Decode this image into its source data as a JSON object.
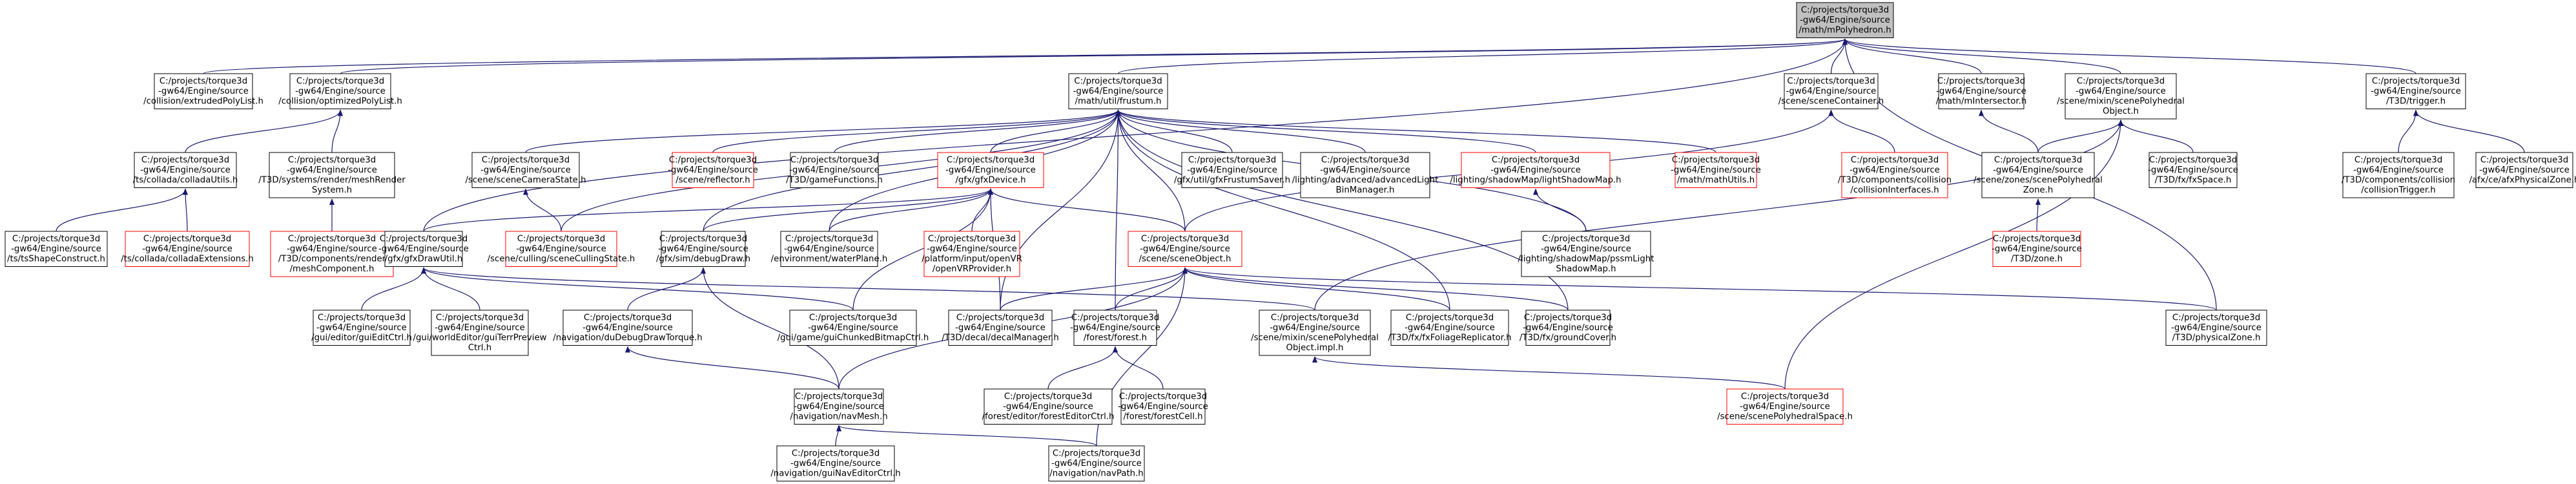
{
  "graph": {
    "nodes": [
      {
        "id": "root",
        "lines": [
          "C:/projects/torque3d",
          "-gw64/Engine/source",
          "/math/mPolyhedron.h"
        ],
        "color": "#000000",
        "fill": "#c0c0c0"
      },
      {
        "id": "n1",
        "lines": [
          "C:/projects/torque3d",
          "-gw64/Engine/source",
          "/collision/extrudedPolyList.h"
        ],
        "color": "#000000",
        "fill": "#ffffff"
      },
      {
        "id": "n2",
        "lines": [
          "C:/projects/torque3d",
          "-gw64/Engine/source",
          "/collision/optimizedPolyList.h"
        ],
        "color": "#000000",
        "fill": "#ffffff"
      },
      {
        "id": "n3",
        "lines": [
          "C:/projects/torque3d",
          "-gw64/Engine/source",
          "/math/util/frustum.h"
        ],
        "color": "#000000",
        "fill": "#ffffff"
      },
      {
        "id": "n4",
        "lines": [
          "C:/projects/torque3d",
          "-gw64/Engine/source",
          "/scene/sceneContainer.h"
        ],
        "color": "#000000",
        "fill": "#ffffff"
      },
      {
        "id": "n5",
        "lines": [
          "C:/projects/torque3d",
          "-gw64/Engine/source",
          "/math/mIntersector.h"
        ],
        "color": "#000000",
        "fill": "#ffffff"
      },
      {
        "id": "n6",
        "lines": [
          "C:/projects/torque3d",
          "-gw64/Engine/source",
          "/scene/mixin/scenePolyhedral",
          "Object.h"
        ],
        "color": "#000000",
        "fill": "#ffffff"
      },
      {
        "id": "n7",
        "lines": [
          "C:/projects/torque3d",
          "-gw64/Engine/source",
          "/T3D/trigger.h"
        ],
        "color": "#000000",
        "fill": "#ffffff"
      },
      {
        "id": "n8",
        "lines": [
          "C:/projects/torque3d",
          "-gw64/Engine/source",
          "/ts/collada/colladaUtils.h"
        ],
        "color": "#000000",
        "fill": "#ffffff"
      },
      {
        "id": "n9",
        "lines": [
          "C:/projects/torque3d",
          "-gw64/Engine/source",
          "/T3D/systems/render/meshRender",
          "System.h"
        ],
        "color": "#000000",
        "fill": "#ffffff"
      },
      {
        "id": "n10",
        "lines": [
          "C:/projects/torque3d",
          "-gw64/Engine/source",
          "/scene/sceneCameraState.h"
        ],
        "color": "#000000",
        "fill": "#ffffff"
      },
      {
        "id": "n11",
        "lines": [
          "C:/projects/torque3d",
          "-gw64/Engine/source",
          "/scene/reflector.h"
        ],
        "color": "#ff0000",
        "fill": "#ffffff"
      },
      {
        "id": "n12",
        "lines": [
          "C:/projects/torque3d",
          "-gw64/Engine/source",
          "/T3D/gameFunctions.h"
        ],
        "color": "#000000",
        "fill": "#ffffff"
      },
      {
        "id": "n13",
        "lines": [
          "C:/projects/torque3d",
          "-gw64/Engine/source",
          "/gfx/gfxDevice.h"
        ],
        "color": "#ff0000",
        "fill": "#ffffff"
      },
      {
        "id": "n14",
        "lines": [
          "C:/projects/torque3d",
          "-gw64/Engine/source",
          "/gfx/util/gfxFrustumSaver.h"
        ],
        "color": "#000000",
        "fill": "#ffffff"
      },
      {
        "id": "n15",
        "lines": [
          "C:/projects/torque3d",
          "-gw64/Engine/source",
          "/lighting/advanced/advancedLight",
          "BinManager.h"
        ],
        "color": "#000000",
        "fill": "#ffffff"
      },
      {
        "id": "n16",
        "lines": [
          "C:/projects/torque3d",
          "-gw64/Engine/source",
          "/lighting/shadowMap/lightShadowMap.h"
        ],
        "color": "#ff0000",
        "fill": "#ffffff"
      },
      {
        "id": "n17",
        "lines": [
          "C:/projects/torque3d",
          "-gw64/Engine/source",
          "/math/mathUtils.h"
        ],
        "color": "#ff0000",
        "fill": "#ffffff"
      },
      {
        "id": "n18",
        "lines": [
          "C:/projects/torque3d",
          "-gw64/Engine/source",
          "/T3D/components/collision",
          "/collisionInterfaces.h"
        ],
        "color": "#ff0000",
        "fill": "#ffffff"
      },
      {
        "id": "n19",
        "lines": [
          "C:/projects/torque3d",
          "-gw64/Engine/source",
          "/scene/zones/scenePolyhedral",
          "Zone.h"
        ],
        "color": "#000000",
        "fill": "#ffffff"
      },
      {
        "id": "n20",
        "lines": [
          "C:/projects/torque3d",
          "-gw64/Engine/source",
          "/T3D/fx/fxSpace.h"
        ],
        "color": "#000000",
        "fill": "#ffffff"
      },
      {
        "id": "n21",
        "lines": [
          "C:/projects/torque3d",
          "-gw64/Engine/source",
          "/T3D/components/collision",
          "/collisionTrigger.h"
        ],
        "color": "#000000",
        "fill": "#ffffff"
      },
      {
        "id": "n22",
        "lines": [
          "C:/projects/torque3d",
          "-gw64/Engine/source",
          "/afx/ce/afxPhysicalZone.h"
        ],
        "color": "#000000",
        "fill": "#ffffff"
      },
      {
        "id": "n23",
        "lines": [
          "C:/projects/torque3d",
          "-gw64/Engine/source",
          "/ts/tsShapeConstruct.h"
        ],
        "color": "#000000",
        "fill": "#ffffff"
      },
      {
        "id": "n24",
        "lines": [
          "C:/projects/torque3d",
          "-gw64/Engine/source",
          "/ts/collada/colladaExtensions.h"
        ],
        "color": "#ff0000",
        "fill": "#ffffff"
      },
      {
        "id": "n25",
        "lines": [
          "C:/projects/torque3d",
          "-gw64/Engine/source",
          "/T3D/components/render",
          "/meshComponent.h"
        ],
        "color": "#ff0000",
        "fill": "#ffffff"
      },
      {
        "id": "n26",
        "lines": [
          "C:/projects/torque3d",
          "-gw64/Engine/source",
          "/gfx/gfxDrawUtil.h"
        ],
        "color": "#000000",
        "fill": "#ffffff"
      },
      {
        "id": "n27",
        "lines": [
          "C:/projects/torque3d",
          "-gw64/Engine/source",
          "/scene/culling/sceneCullingState.h"
        ],
        "color": "#ff0000",
        "fill": "#ffffff"
      },
      {
        "id": "n28",
        "lines": [
          "C:/projects/torque3d",
          "-gw64/Engine/source",
          "/gfx/sim/debugDraw.h"
        ],
        "color": "#000000",
        "fill": "#ffffff"
      },
      {
        "id": "n29",
        "lines": [
          "C:/projects/torque3d",
          "-gw64/Engine/source",
          "/environment/waterPlane.h"
        ],
        "color": "#000000",
        "fill": "#ffffff"
      },
      {
        "id": "n30",
        "lines": [
          "C:/projects/torque3d",
          "-gw64/Engine/source",
          "/platform/input/openVR",
          "/openVRProvider.h"
        ],
        "color": "#ff0000",
        "fill": "#ffffff"
      },
      {
        "id": "n31",
        "lines": [
          "C:/projects/torque3d",
          "-gw64/Engine/source",
          "/scene/sceneObject.h"
        ],
        "color": "#ff0000",
        "fill": "#ffffff"
      },
      {
        "id": "n32",
        "lines": [
          "C:/projects/torque3d",
          "-gw64/Engine/source",
          "/lighting/shadowMap/pssmLight",
          "ShadowMap.h"
        ],
        "color": "#000000",
        "fill": "#ffffff"
      },
      {
        "id": "n33",
        "lines": [
          "C:/projects/torque3d",
          "-gw64/Engine/source",
          "/T3D/zone.h"
        ],
        "color": "#ff0000",
        "fill": "#ffffff"
      },
      {
        "id": "n34",
        "lines": [
          "C:/projects/torque3d",
          "-gw64/Engine/source",
          "/gui/editor/guiEditCtrl.h"
        ],
        "color": "#000000",
        "fill": "#ffffff"
      },
      {
        "id": "n35",
        "lines": [
          "C:/projects/torque3d",
          "-gw64/Engine/source",
          "/gui/worldEditor/guiTerrPreview",
          "Ctrl.h"
        ],
        "color": "#000000",
        "fill": "#ffffff"
      },
      {
        "id": "n36",
        "lines": [
          "C:/projects/torque3d",
          "-gw64/Engine/source",
          "/navigation/duDebugDrawTorque.h"
        ],
        "color": "#000000",
        "fill": "#ffffff"
      },
      {
        "id": "n37",
        "lines": [
          "C:/projects/torque3d",
          "-gw64/Engine/source",
          "/gui/game/guiChunkedBitmapCtrl.h"
        ],
        "color": "#000000",
        "fill": "#ffffff"
      },
      {
        "id": "n38",
        "lines": [
          "C:/projects/torque3d",
          "-gw64/Engine/source",
          "/T3D/decal/decalManager.h"
        ],
        "color": "#000000",
        "fill": "#ffffff"
      },
      {
        "id": "n39",
        "lines": [
          "C:/projects/torque3d",
          "-gw64/Engine/source",
          "/forest/forest.h"
        ],
        "color": "#000000",
        "fill": "#ffffff"
      },
      {
        "id": "n40",
        "lines": [
          "C:/projects/torque3d",
          "-gw64/Engine/source",
          "/scene/mixin/scenePolyhedral",
          "Object.impl.h"
        ],
        "color": "#000000",
        "fill": "#ffffff"
      },
      {
        "id": "n41",
        "lines": [
          "C:/projects/torque3d",
          "-gw64/Engine/source",
          "/T3D/fx/fxFoliageReplicator.h"
        ],
        "color": "#000000",
        "fill": "#ffffff"
      },
      {
        "id": "n42",
        "lines": [
          "C:/projects/torque3d",
          "-gw64/Engine/source",
          "/T3D/fx/groundCover.h"
        ],
        "color": "#000000",
        "fill": "#ffffff"
      },
      {
        "id": "n43",
        "lines": [
          "C:/projects/torque3d",
          "-gw64/Engine/source",
          "/T3D/physicalZone.h"
        ],
        "color": "#000000",
        "fill": "#ffffff"
      },
      {
        "id": "n44",
        "lines": [
          "C:/projects/torque3d",
          "-gw64/Engine/source",
          "/navigation/navMesh.h"
        ],
        "color": "#000000",
        "fill": "#ffffff"
      },
      {
        "id": "n45",
        "lines": [
          "C:/projects/torque3d",
          "-gw64/Engine/source",
          "/forest/editor/forestEditorCtrl.h"
        ],
        "color": "#000000",
        "fill": "#ffffff"
      },
      {
        "id": "n46",
        "lines": [
          "C:/projects/torque3d",
          "-gw64/Engine/source",
          "/forest/forestCell.h"
        ],
        "color": "#000000",
        "fill": "#ffffff"
      },
      {
        "id": "n47",
        "lines": [
          "C:/projects/torque3d",
          "-gw64/Engine/source",
          "/scene/scenePolyhedralSpace.h"
        ],
        "color": "#ff0000",
        "fill": "#ffffff"
      },
      {
        "id": "n48",
        "lines": [
          "C:/projects/torque3d",
          "-gw64/Engine/source",
          "/navigation/guiNavEditorCtrl.h"
        ],
        "color": "#000000",
        "fill": "#ffffff"
      },
      {
        "id": "n49",
        "lines": [
          "C:/projects/torque3d",
          "-gw64/Engine/source",
          "/navigation/navPath.h"
        ],
        "color": "#000000",
        "fill": "#ffffff"
      }
    ],
    "edges": [
      [
        "n1",
        "root"
      ],
      [
        "n2",
        "root"
      ],
      [
        "n3",
        "root"
      ],
      [
        "n4",
        "root"
      ],
      [
        "n5",
        "root"
      ],
      [
        "n6",
        "root"
      ],
      [
        "n7",
        "root"
      ],
      [
        "n26",
        "root"
      ],
      [
        "n43",
        "root"
      ],
      [
        "n8",
        "n2"
      ],
      [
        "n9",
        "n2"
      ],
      [
        "n23",
        "n8"
      ],
      [
        "n24",
        "n8"
      ],
      [
        "n25",
        "n9"
      ],
      [
        "n10",
        "n3"
      ],
      [
        "n11",
        "n3"
      ],
      [
        "n12",
        "n3"
      ],
      [
        "n13",
        "n3"
      ],
      [
        "n14",
        "n3"
      ],
      [
        "n15",
        "n3"
      ],
      [
        "n16",
        "n3"
      ],
      [
        "n17",
        "n3"
      ],
      [
        "n27",
        "n3"
      ],
      [
        "n28",
        "n3"
      ],
      [
        "n29",
        "n3"
      ],
      [
        "n31",
        "n3"
      ],
      [
        "n32",
        "n3"
      ],
      [
        "n38",
        "n3"
      ],
      [
        "n39",
        "n3"
      ],
      [
        "n41",
        "n3"
      ],
      [
        "n42",
        "n3"
      ],
      [
        "n27",
        "n10"
      ],
      [
        "n32",
        "n16"
      ],
      [
        "n26",
        "n13"
      ],
      [
        "n28",
        "n13"
      ],
      [
        "n29",
        "n13"
      ],
      [
        "n30",
        "n13"
      ],
      [
        "n31",
        "n13"
      ],
      [
        "n37",
        "n13"
      ],
      [
        "n38",
        "n13"
      ],
      [
        "n31",
        "n4"
      ],
      [
        "n18",
        "n4"
      ],
      [
        "n19",
        "n5"
      ],
      [
        "n19",
        "n6"
      ],
      [
        "n20",
        "n6"
      ],
      [
        "n40",
        "n6"
      ],
      [
        "n47",
        "n6"
      ],
      [
        "n21",
        "n7"
      ],
      [
        "n22",
        "n7"
      ],
      [
        "n33",
        "n19"
      ],
      [
        "n34",
        "n26"
      ],
      [
        "n35",
        "n26"
      ],
      [
        "n37",
        "n26"
      ],
      [
        "n40",
        "n26"
      ],
      [
        "n36",
        "n28"
      ],
      [
        "n44",
        "n28"
      ],
      [
        "n44",
        "n36"
      ],
      [
        "n38",
        "n31"
      ],
      [
        "n39",
        "n31"
      ],
      [
        "n41",
        "n31"
      ],
      [
        "n42",
        "n31"
      ],
      [
        "n43",
        "n31"
      ],
      [
        "n44",
        "n31"
      ],
      [
        "n49",
        "n31"
      ],
      [
        "n45",
        "n39"
      ],
      [
        "n46",
        "n39"
      ],
      [
        "n47",
        "n40"
      ],
      [
        "n48",
        "n44"
      ],
      [
        "n49",
        "n44"
      ]
    ]
  }
}
